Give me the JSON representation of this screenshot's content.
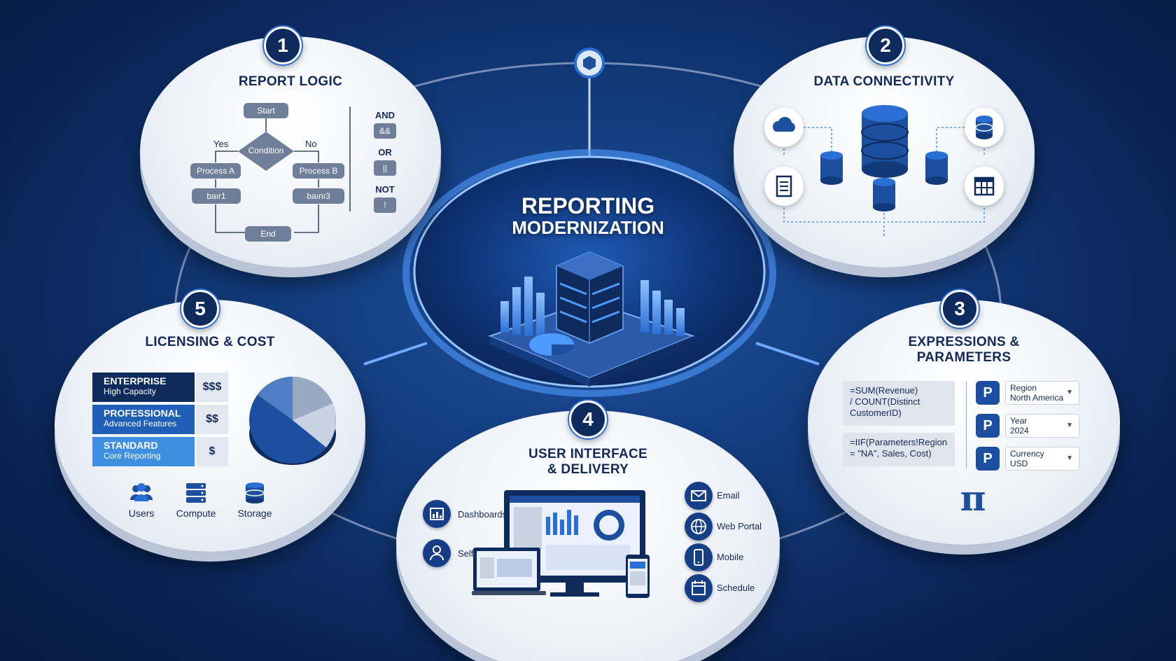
{
  "center": {
    "line1": "REPORTING",
    "line2": "MODERNIZATION"
  },
  "report_logic": {
    "number": "1",
    "title": "REPORT LOGIC",
    "nodes": {
      "start": "Start",
      "condition": "Condition",
      "yes": "Yes",
      "no": "No",
      "process_a": "Process A",
      "process_b": "Process B",
      "step_a": "baır1",
      "step_b": "baını3",
      "end": "End"
    },
    "operators": [
      {
        "label": "AND",
        "symbol": "&&"
      },
      {
        "label": "OR",
        "symbol": "||"
      },
      {
        "label": "NOT",
        "symbol": "!"
      }
    ]
  },
  "data_connectivity": {
    "number": "2",
    "title": "DATA CONNECTIVITY",
    "icons": [
      "cloud-icon",
      "document-icon",
      "database-icon",
      "table-grid-icon"
    ]
  },
  "expressions": {
    "number": "3",
    "title_line1": "EXPRESSIONS &",
    "title_line2": "PARAMETERS",
    "expr1": [
      "=SUM(Revenue)",
      "/ COUNT(Distinct",
      "CustomerID)"
    ],
    "expr2": [
      "=IIF(Parameters!Region",
      "= \"NA\", Sales, Cost)"
    ],
    "params": [
      {
        "chip": "P",
        "name": "Region",
        "value": "North America"
      },
      {
        "chip": "P",
        "name": "Year",
        "value": "2024"
      },
      {
        "chip": "P",
        "name": "Currency",
        "value": "USD"
      }
    ],
    "symbol": "π"
  },
  "ui_delivery": {
    "number": "4",
    "title_line1": "USER INTERFACE",
    "title_line2": "& DELIVERY",
    "left": [
      "Dashboards",
      "Self-Service"
    ],
    "right": [
      "Email",
      "Web Portal",
      "Mobile",
      "Schedule"
    ]
  },
  "licensing": {
    "number": "5",
    "title": "LICENSING & COST",
    "tiers": [
      {
        "name": "ENTERPRISE",
        "desc": "High Capacity",
        "cost": "$$$",
        "color": "#0f2a5c"
      },
      {
        "name": "PROFESSIONAL",
        "desc": "Advanced Features",
        "cost": "$$",
        "color": "#1f5fb8"
      },
      {
        "name": "STANDARD",
        "desc": "Core Reporting",
        "cost": "$",
        "color": "#3f8fe0"
      }
    ],
    "resources": [
      "Users",
      "Compute",
      "Storage"
    ]
  }
}
